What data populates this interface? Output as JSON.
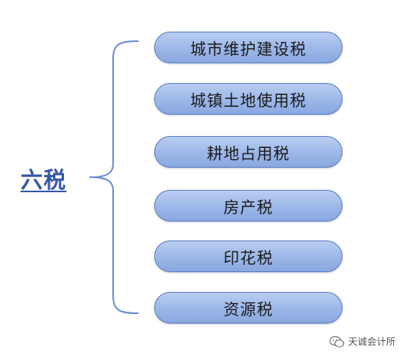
{
  "root": {
    "label": "六税"
  },
  "items": [
    {
      "label": "城市维护建设税"
    },
    {
      "label": "城镇土地使用税"
    },
    {
      "label": "耕地占用税"
    },
    {
      "label": "房产税"
    },
    {
      "label": "印花税"
    },
    {
      "label": "资源税"
    }
  ],
  "watermark": {
    "text": "天诚会计所",
    "icon": "chat-bubble-icon"
  },
  "colors": {
    "node_fill": "#9bb7e8",
    "node_border": "#5b7fbf",
    "bracket": "#6f8fcf",
    "root_text": "#3559a8"
  }
}
